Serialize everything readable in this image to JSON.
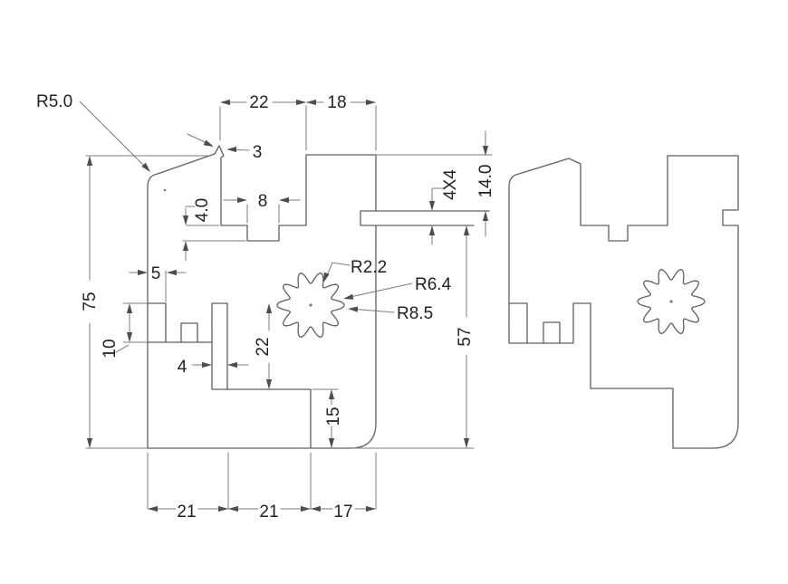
{
  "drawing": {
    "type": "2D CAD part drawing, two views, line art",
    "colors": {
      "background": "#ffffff",
      "outline": "#5f5f5f",
      "dimension_lines": "#7b7b7b",
      "text": "#222222"
    },
    "dims": {
      "r5": "R5.0",
      "top_left_width": "22",
      "top_right_width": "18",
      "chamfer": "3",
      "slot_depth": "4.0",
      "slot_width": "8",
      "step_width": "5",
      "step_height": "10",
      "wall": "4",
      "mid_height": "22",
      "bottom_step": "15",
      "bottom_seg1": "21",
      "bottom_seg2": "21",
      "bottom_seg3": "17",
      "total_height": "75",
      "gear_tooth_radius": "R2.2",
      "gear_root_radius": "R6.4",
      "gear_outer_radius": "R8.5",
      "key_size": "4X4",
      "key_offset": "14.0",
      "right_height": "57"
    }
  }
}
